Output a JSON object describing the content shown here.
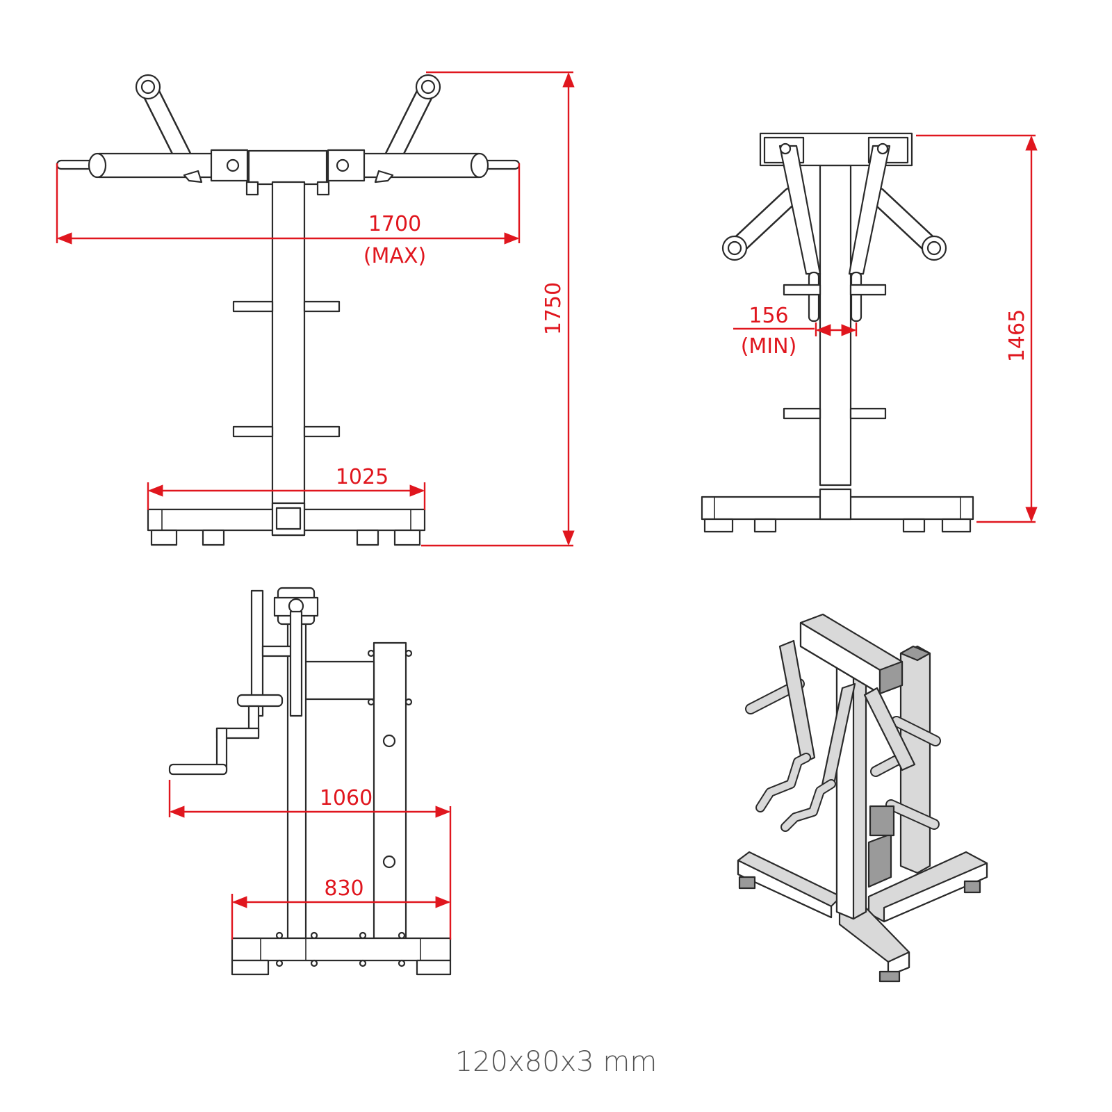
{
  "drawing": {
    "front_view": {
      "width_label": "1700",
      "width_note": "(MAX)",
      "height_label": "1750",
      "base_label": "1025"
    },
    "rear_view": {
      "gap_label": "156",
      "gap_note": "(MIN)",
      "height_label": "1465"
    },
    "side_view": {
      "depth_label": "1060",
      "base_depth_label": "830"
    },
    "caption": "120x80x3 mm"
  },
  "colors": {
    "dimension": "#e0161e",
    "line": "#2a2a2a",
    "caption": "#555555"
  }
}
